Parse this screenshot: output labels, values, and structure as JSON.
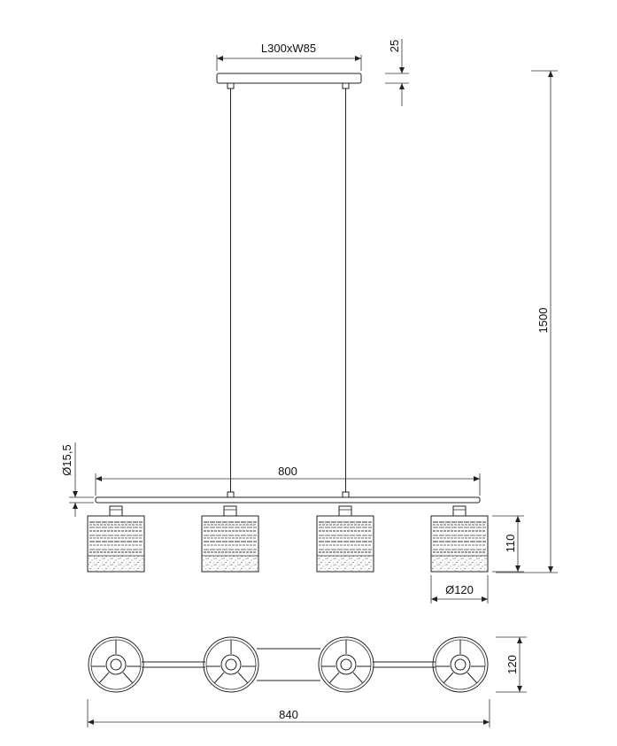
{
  "drawing": {
    "canopy_size_label": "L300xW85",
    "canopy_height_label": "25",
    "total_height_label": "1500",
    "bar_length_label": "800",
    "bar_diameter_label": "Ø15,5",
    "shade_height_label": "110",
    "shade_diameter_label": "Ø120",
    "top_view_depth_label": "120",
    "top_view_length_label": "840"
  },
  "colors": {
    "line": "#222222",
    "background": "#ffffff"
  },
  "shade_count": 4
}
